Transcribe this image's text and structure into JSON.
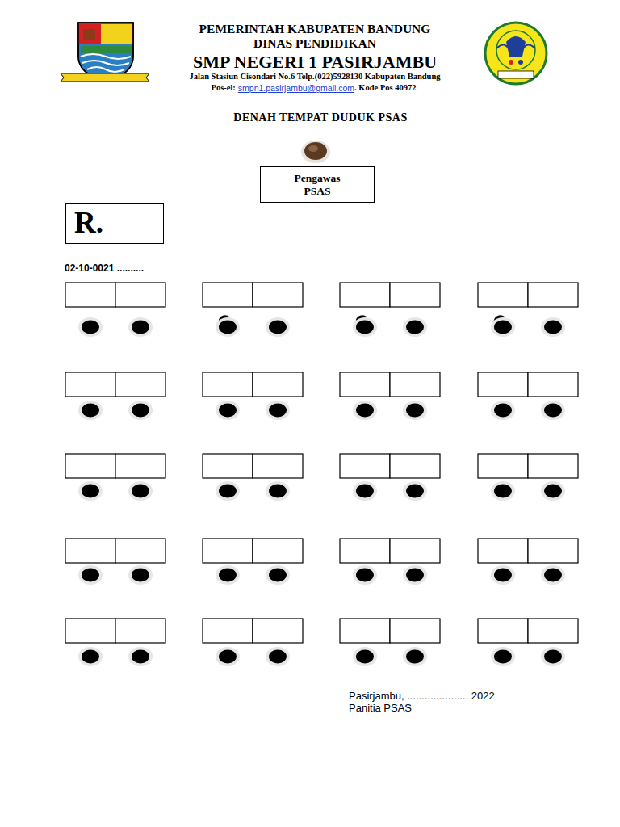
{
  "diagram": {
    "title": "DENAH TEMPAT DUDUK PSAS",
    "nodes": [
      {
        "text": [
          "Pengawas PSAS"
        ]
      },
      {
        "text": [
          "R."
        ]
      }
    ],
    "labels": [
      "PEMERINTAH KABUPATEN BANDUNG",
      "DINAS PENDIDIKAN",
      "SMP NEGERI 1 PASIRJAMBU",
      "Jalan Stasiun Cisondari No.6 Telp.(022)5928130 Kabupaten Bandung",
      "Pos-el:",
      "smpn1.pasirjambu@gmail.com",
      ". Kode Pos 40972",
      "02-10-0021 ..........",
      "Pasirjambu, ..................... 2022",
      "Panitia PSAS"
    ]
  }
}
